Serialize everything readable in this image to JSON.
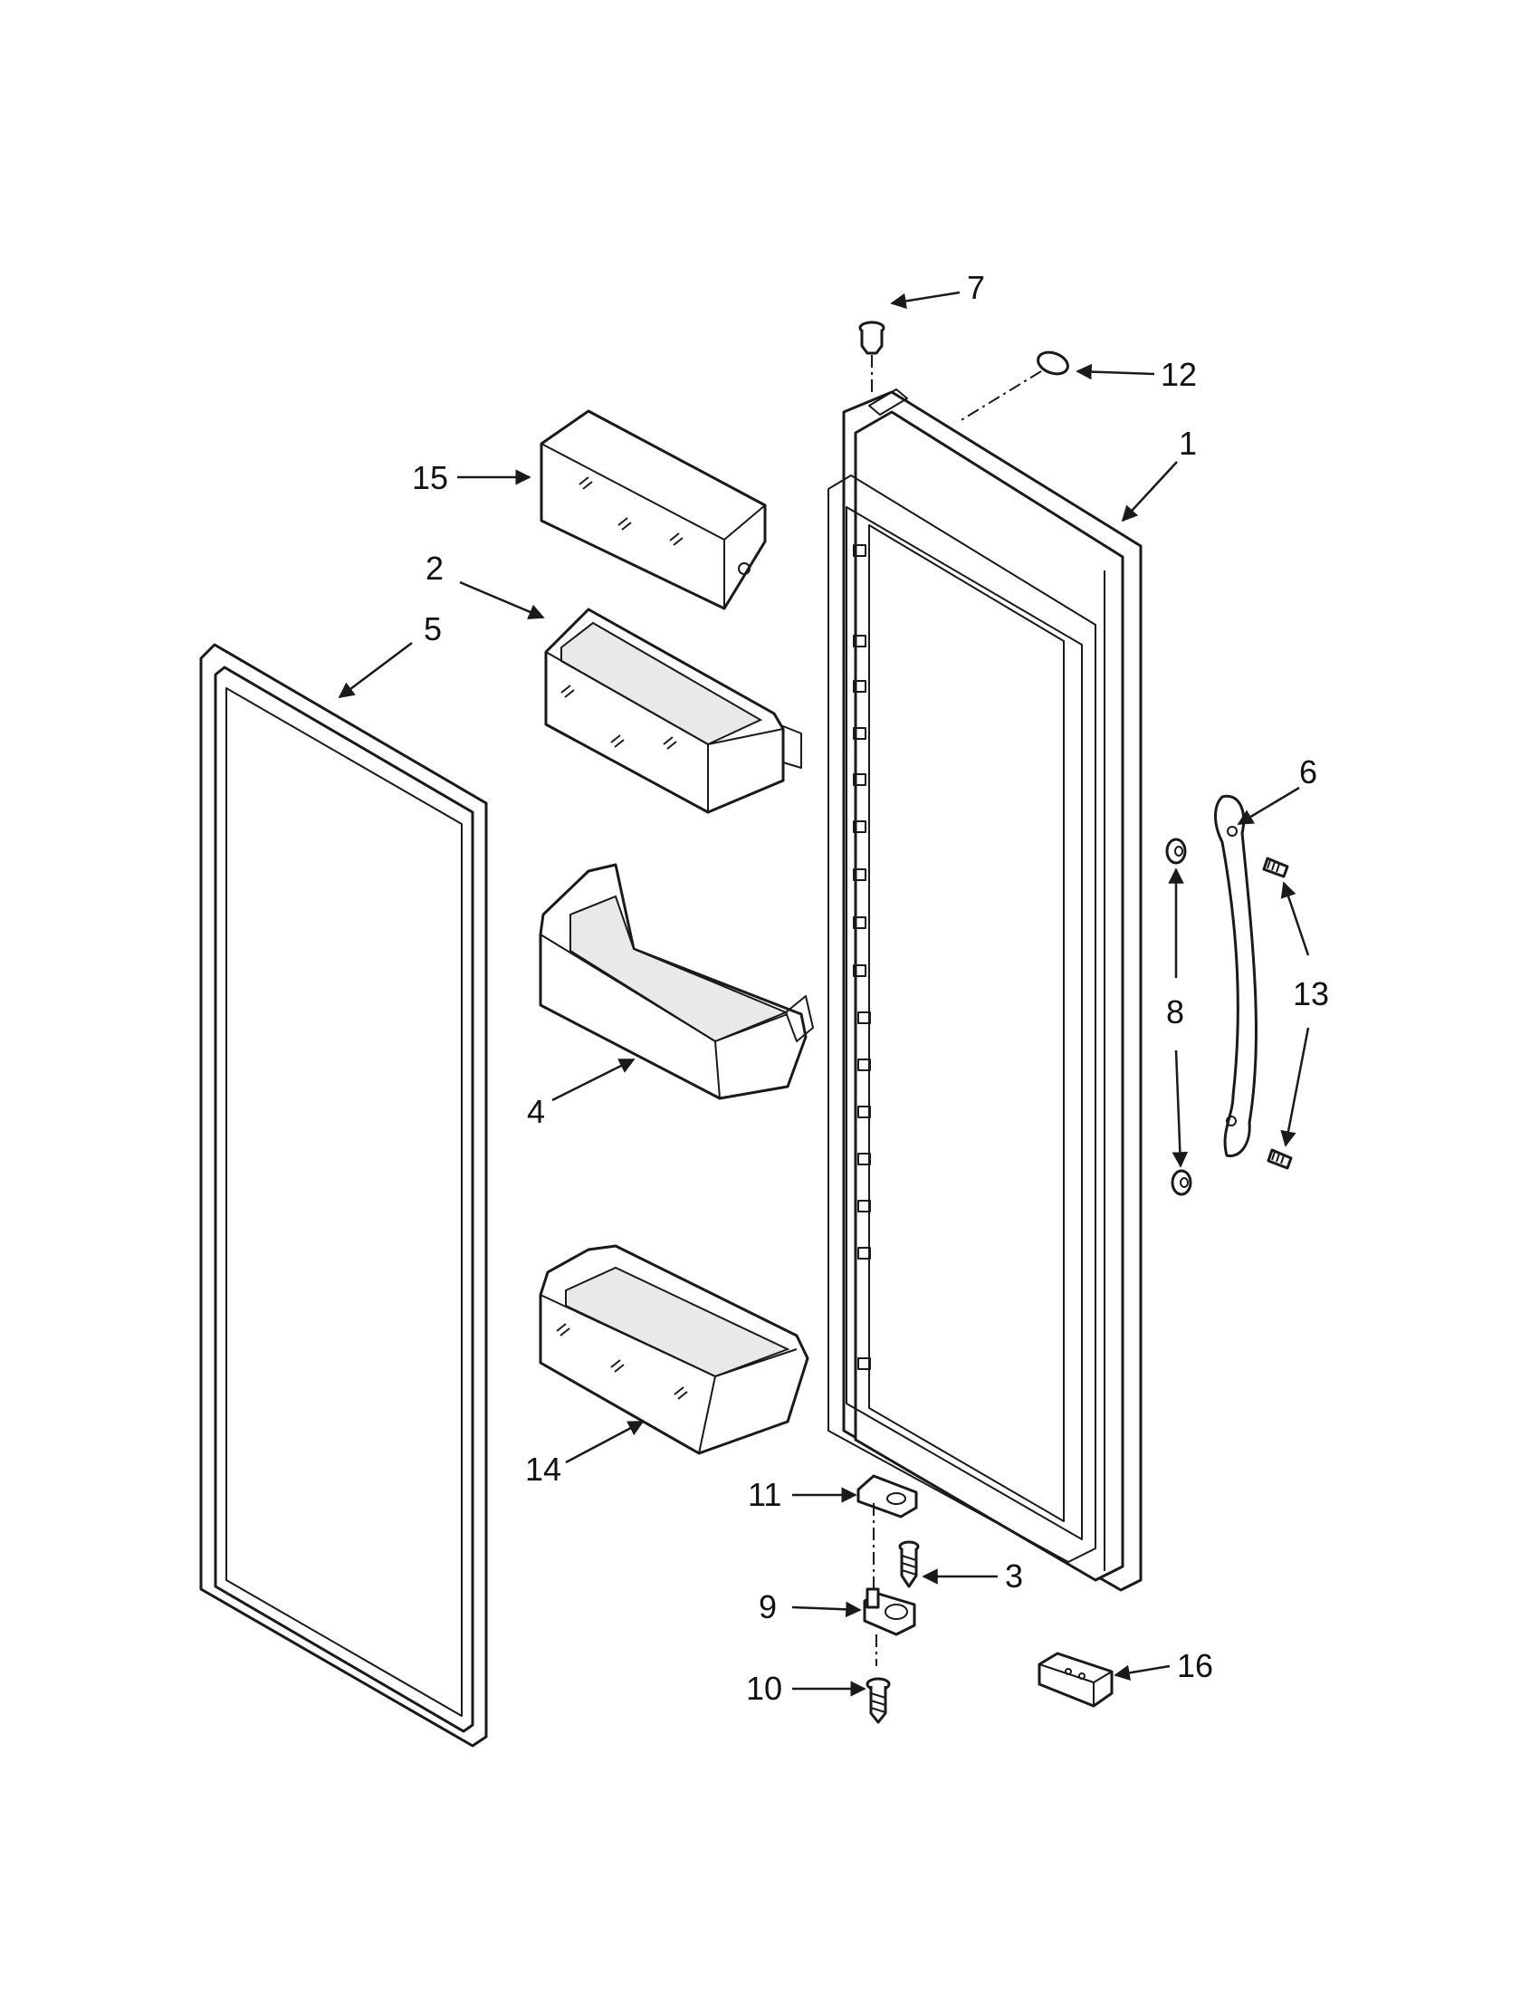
{
  "callouts": [
    {
      "id": "1",
      "label": "1"
    },
    {
      "id": "2",
      "label": "2"
    },
    {
      "id": "3",
      "label": "3"
    },
    {
      "id": "4",
      "label": "4"
    },
    {
      "id": "5",
      "label": "5"
    },
    {
      "id": "6",
      "label": "6"
    },
    {
      "id": "7",
      "label": "7"
    },
    {
      "id": "8",
      "label": "8"
    },
    {
      "id": "9",
      "label": "9"
    },
    {
      "id": "10",
      "label": "10"
    },
    {
      "id": "11",
      "label": "11"
    },
    {
      "id": "12",
      "label": "12"
    },
    {
      "id": "13",
      "label": "13"
    },
    {
      "id": "14",
      "label": "14"
    },
    {
      "id": "15",
      "label": "15"
    },
    {
      "id": "16",
      "label": "16"
    }
  ],
  "colors": {
    "line": "#1a1a1a",
    "background": "#ffffff"
  }
}
